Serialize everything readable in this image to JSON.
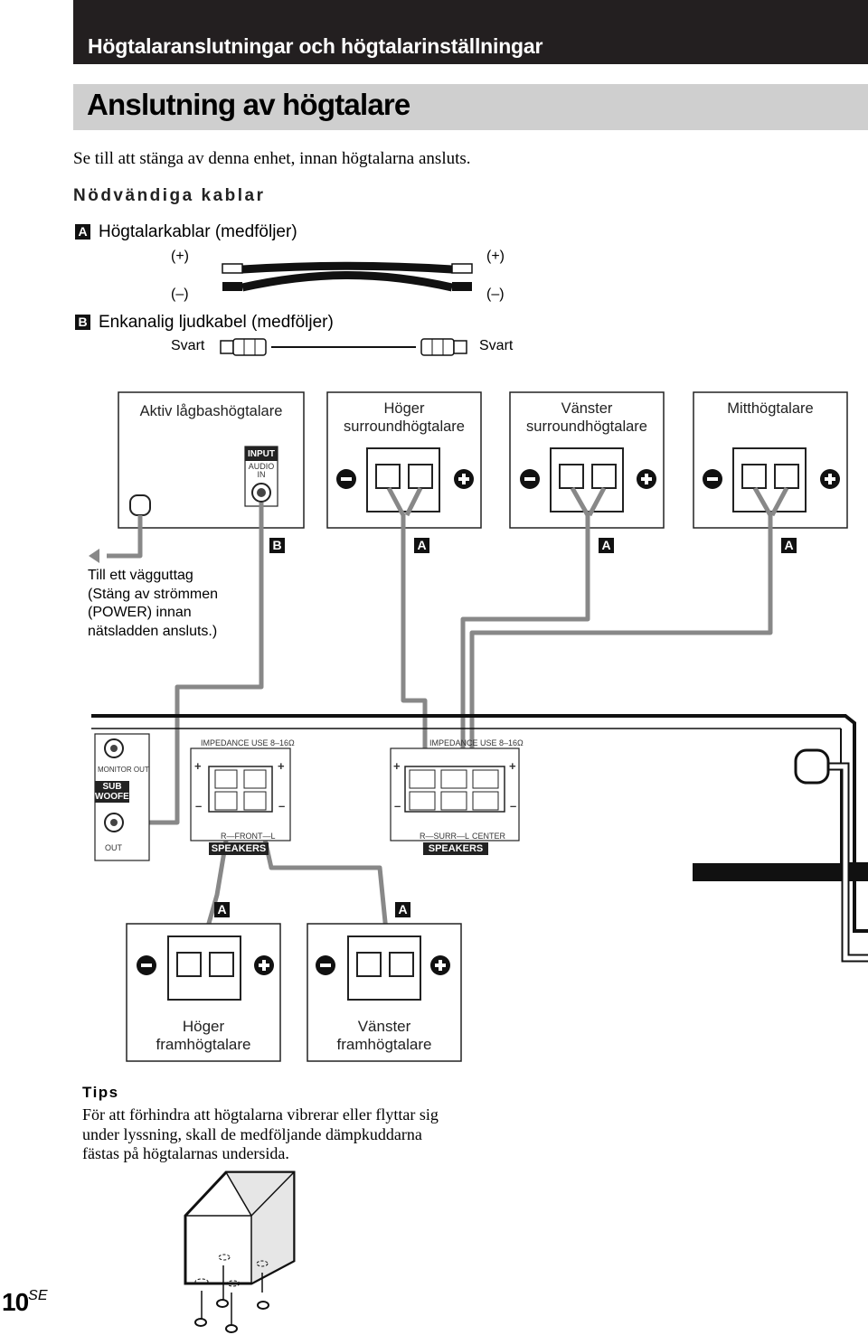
{
  "header": {
    "section": "Högtalaranslutningar och högtalarinställningar",
    "title": "Anslutning av högtalare"
  },
  "intro": "Se till att stänga av denna enhet, innan högtalarna ansluts.",
  "cables": {
    "heading": "Nödvändiga kablar",
    "a": {
      "badge": "A",
      "label": "Högtalarkablar (medföljer)",
      "plus": "(+)",
      "minus": "(–)"
    },
    "b": {
      "badge": "B",
      "label": "Enkanalig ljudkabel (medföljer)",
      "color": "Svart"
    }
  },
  "speakers": {
    "subwoofer": "Aktiv lågbashögtalare",
    "right_surround": [
      "Höger",
      "surroundhögtalare"
    ],
    "left_surround": [
      "Vänster",
      "surroundhögtalare"
    ],
    "center": "Mitthögtalare",
    "right_front": [
      "Höger",
      "framhögtalare"
    ],
    "left_front": [
      "Vänster",
      "framhögtalare"
    ]
  },
  "subwoofer_panel": {
    "input": "INPUT",
    "audio": "AUDIO",
    "in": "IN"
  },
  "wall_note": [
    "Till ett vägguttag",
    "(Stäng av strömmen",
    "(POWER) innan",
    "nätsladden ansluts.)"
  ],
  "receiver_panel": {
    "monitor_out": "MONITOR OUT",
    "sub": "SUB",
    "woofer": "WOOFER",
    "out": "OUT",
    "impedance": "IMPEDANCE USE 8–16Ω",
    "front": "R—FRONT—L",
    "surr": "R—SURR—L",
    "center": "CENTER",
    "speakers": "SPEAKERS",
    "plus": "+",
    "minus": "–"
  },
  "tips": {
    "heading": "Tips",
    "text": "För att förhindra att högtalarna vibrerar eller flyttar sig under lyssning, skall de medföljande dämpkuddarna fästas på högtalarnas undersida."
  },
  "page": {
    "number": "10",
    "suffix": "SE"
  }
}
